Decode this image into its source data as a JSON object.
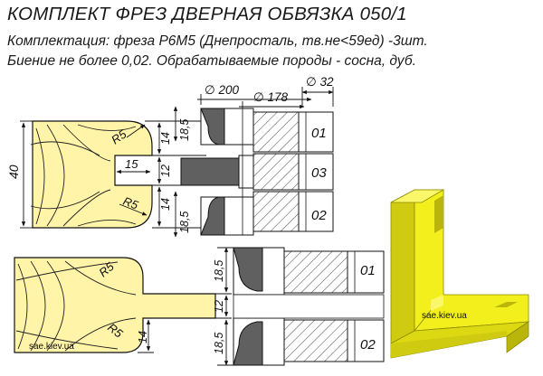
{
  "header": {
    "title": "КОМПЛЕКТ ФРЕЗ ДВЕРНАЯ ОБВЯЗКА 050/1",
    "line1": "Комплектация: фреза P6M5 (Днепросталь, тв.не<59ед) -3шт.",
    "line2": "Биение не более 0,02. Обрабатываемые породы - сосна, дуб."
  },
  "dimensions": {
    "d200": "∅ 200",
    "d178": "∅ 178",
    "d32": "∅ 32",
    "h40": "40",
    "w15": "15",
    "r5_a": "R5",
    "r5_b": "R5",
    "r5_c": "R5",
    "r5_d": "R5",
    "t_upper": {
      "v1": "18,5",
      "v2": "14",
      "v3": "12",
      "v4": "14",
      "v5": "18,5"
    },
    "t_lower": {
      "v1": "18,5",
      "v2": "12",
      "v3": "14",
      "v4": "18,5"
    }
  },
  "cutters": {
    "upper": [
      "01",
      "03",
      "02"
    ],
    "lower": [
      "01",
      "02"
    ]
  },
  "watermarks": {
    "top": "sae.kiev.ua",
    "bottom": "sae.kiev.ua"
  },
  "colors": {
    "workpiece": "#fff4a8",
    "cutter_dark": "#606060",
    "hatch": "#555555",
    "block_yellow": "#f2ef1c",
    "block_yellow_dark": "#cfcb10"
  }
}
